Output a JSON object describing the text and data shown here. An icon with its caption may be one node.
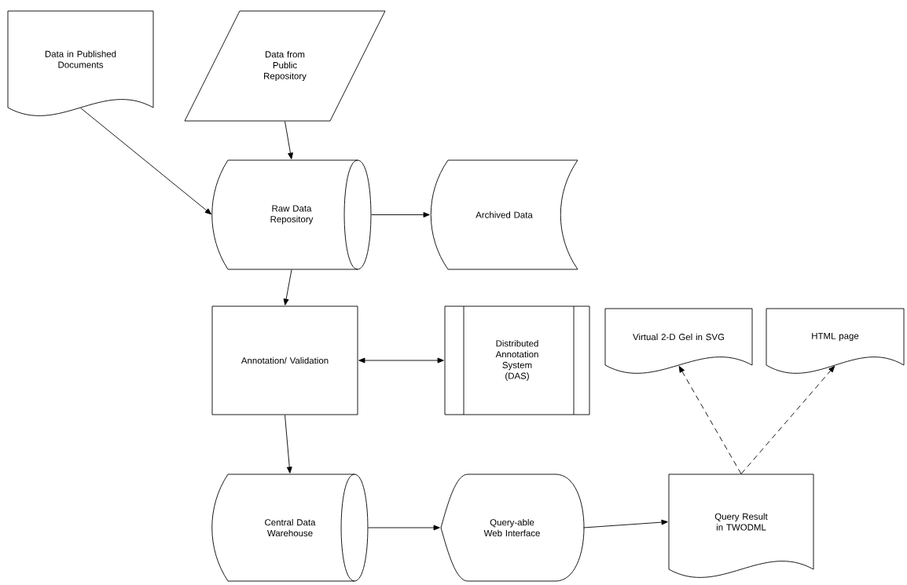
{
  "diagram": {
    "nodes": [
      {
        "text": [
          "Data in Published Documents"
        ]
      },
      {
        "text": [
          "Data from Public Repository"
        ]
      },
      {
        "text": [
          "Raw Data Repository"
        ]
      },
      {
        "text": [
          "Archived Data"
        ]
      },
      {
        "text": [
          "Annotation/ Validation"
        ]
      },
      {
        "text": [
          "Distributed Annotation System (DAS)"
        ]
      },
      {
        "text": [
          "Virtual 2-D Gel in SVG"
        ]
      },
      {
        "text": [
          "HTML page"
        ]
      },
      {
        "text": [
          "Central Data Warehouse"
        ]
      },
      {
        "text": [
          "Query-able Web Interface"
        ]
      },
      {
        "text": [
          "Query Result in TWODML"
        ]
      }
    ],
    "edges": [
      {
        "from": 0,
        "to": 2,
        "arrow": "to"
      },
      {
        "from": 1,
        "to": 2,
        "arrow": "to"
      },
      {
        "from": 2,
        "to": 3,
        "arrow": "to"
      },
      {
        "from": 2,
        "to": 4,
        "arrow": "to"
      },
      {
        "from": 4,
        "to": 5,
        "arrow": "both"
      },
      {
        "from": 4,
        "to": 8,
        "arrow": "to"
      },
      {
        "from": 8,
        "to": 9,
        "arrow": "to"
      },
      {
        "from": 9,
        "to": 10,
        "arrow": "to"
      },
      {
        "from": 10,
        "to": 6,
        "arrow": "to",
        "style": "dashed"
      },
      {
        "from": 10,
        "to": 7,
        "arrow": "to",
        "style": "dashed"
      }
    ]
  }
}
